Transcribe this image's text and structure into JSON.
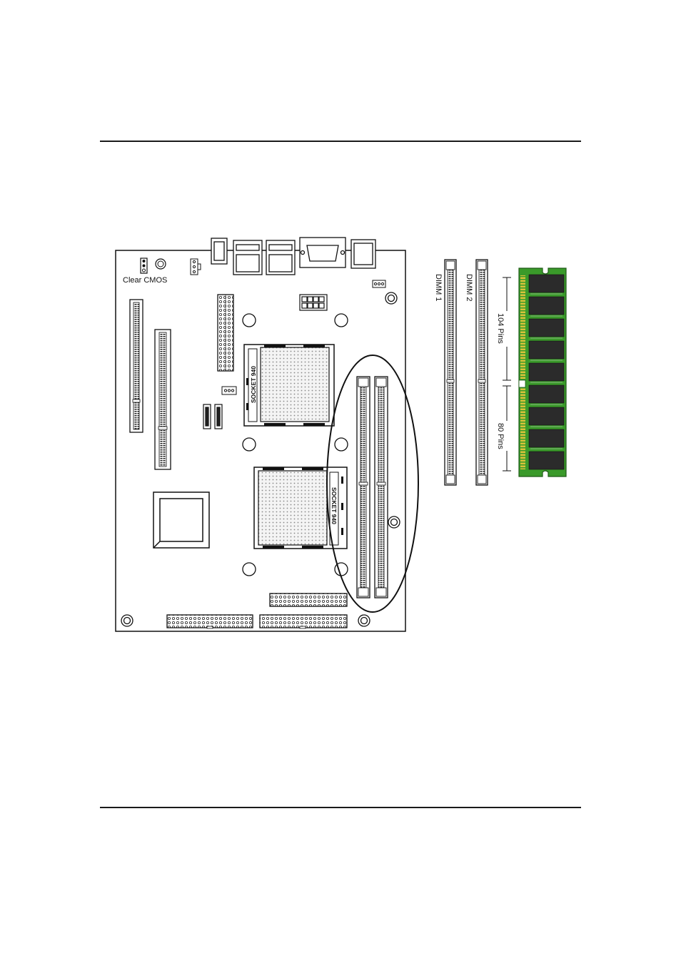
{
  "labels": {
    "clear_cmos": "Clear CMOS",
    "socket_top": "SOCKET 940",
    "socket_bottom": "SOCKET 940",
    "dimm1": "DIMM 1",
    "dimm2": "DIMM 2",
    "pins_104": "104 Pins",
    "pins_80": "80 Pins"
  },
  "colors": {
    "line": "#111111",
    "module_pcb": "#3a9a2a",
    "module_chip": "#2b2b2b",
    "module_contacts": "#d9c23a"
  }
}
